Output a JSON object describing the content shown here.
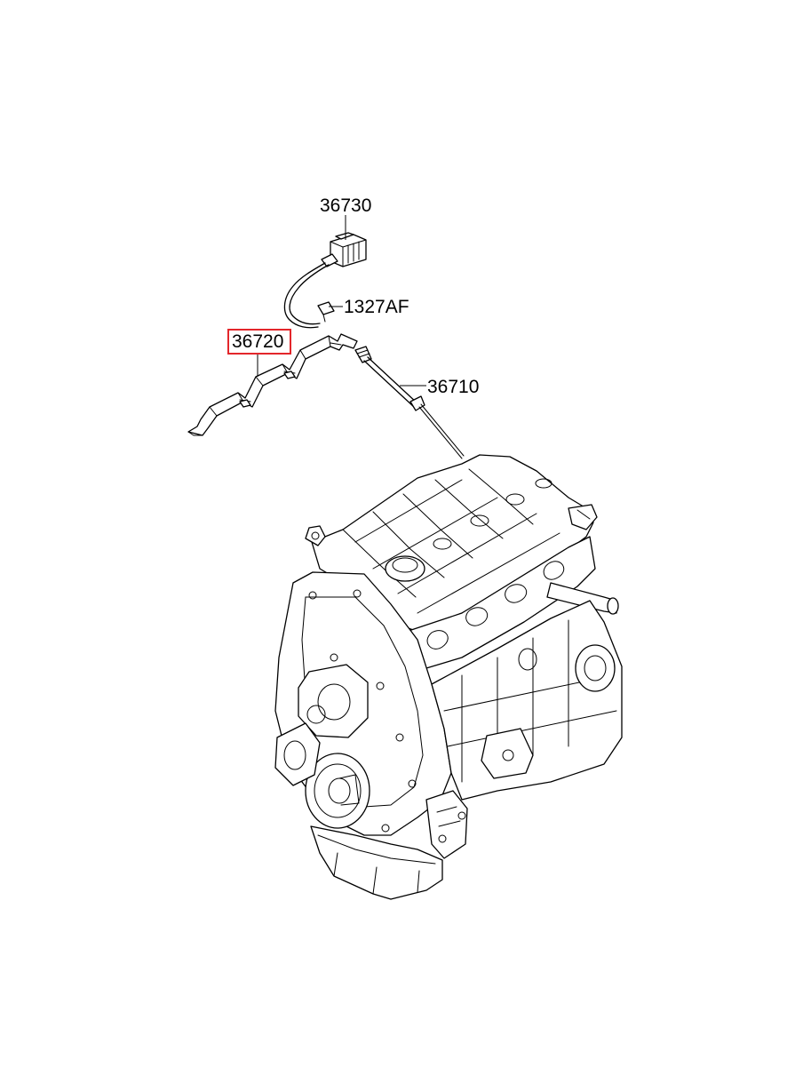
{
  "parts": [
    {
      "id": "36730",
      "label": "36730",
      "highlighted": false
    },
    {
      "id": "1327AF",
      "label": "1327AF",
      "highlighted": false
    },
    {
      "id": "36720",
      "label": "36720",
      "highlighted": true
    },
    {
      "id": "36710",
      "label": "36710",
      "highlighted": false
    }
  ],
  "colors": {
    "highlight_box": "#e3262b",
    "line": "#000000",
    "background": "#ffffff"
  }
}
